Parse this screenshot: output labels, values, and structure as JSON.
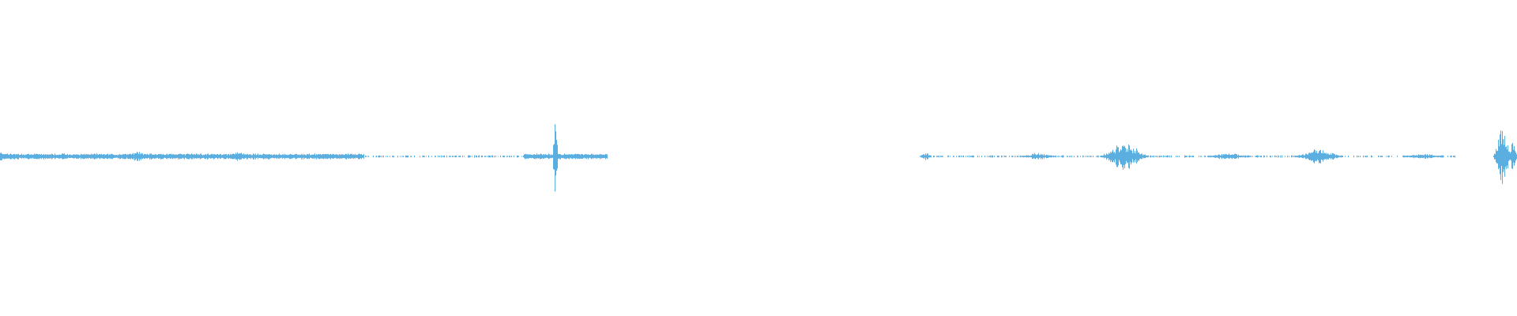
{
  "colors": {
    "background": "#ffffff",
    "waveform": "#5aaee0"
  },
  "waveform": {
    "segments": [
      {
        "start": 0.0,
        "end": 0.24,
        "kind": "active"
      },
      {
        "start": 0.24,
        "end": 0.345,
        "kind": "sparse"
      },
      {
        "start": 0.345,
        "end": 0.4,
        "kind": "active"
      },
      {
        "start": 0.609,
        "end": 0.718,
        "kind": "sparse"
      },
      {
        "start": 0.718,
        "end": 0.96,
        "kind": "sparse"
      },
      {
        "start": 0.985,
        "end": 1.0,
        "kind": "active"
      }
    ],
    "bursts": [
      {
        "position": 0.0,
        "amplitude": 0.1,
        "width": 0.02
      },
      {
        "position": 0.025,
        "amplitude": 0.08,
        "width": 0.01
      },
      {
        "position": 0.09,
        "amplitude": 0.14,
        "width": 0.01
      },
      {
        "position": 0.157,
        "amplitude": 0.1,
        "width": 0.012
      },
      {
        "position": 0.366,
        "amplitude": 1.0,
        "width": 0.002
      },
      {
        "position": 0.61,
        "amplitude": 0.1,
        "width": 0.004
      },
      {
        "position": 0.684,
        "amplitude": 0.08,
        "width": 0.012
      },
      {
        "position": 0.741,
        "amplitude": 0.32,
        "width": 0.016
      },
      {
        "position": 0.81,
        "amplitude": 0.09,
        "width": 0.014
      },
      {
        "position": 0.869,
        "amplitude": 0.18,
        "width": 0.016
      },
      {
        "position": 0.938,
        "amplitude": 0.07,
        "width": 0.014
      },
      {
        "position": 0.99,
        "amplitude": 0.7,
        "width": 0.006
      },
      {
        "position": 0.997,
        "amplitude": 0.4,
        "width": 0.004
      }
    ]
  }
}
